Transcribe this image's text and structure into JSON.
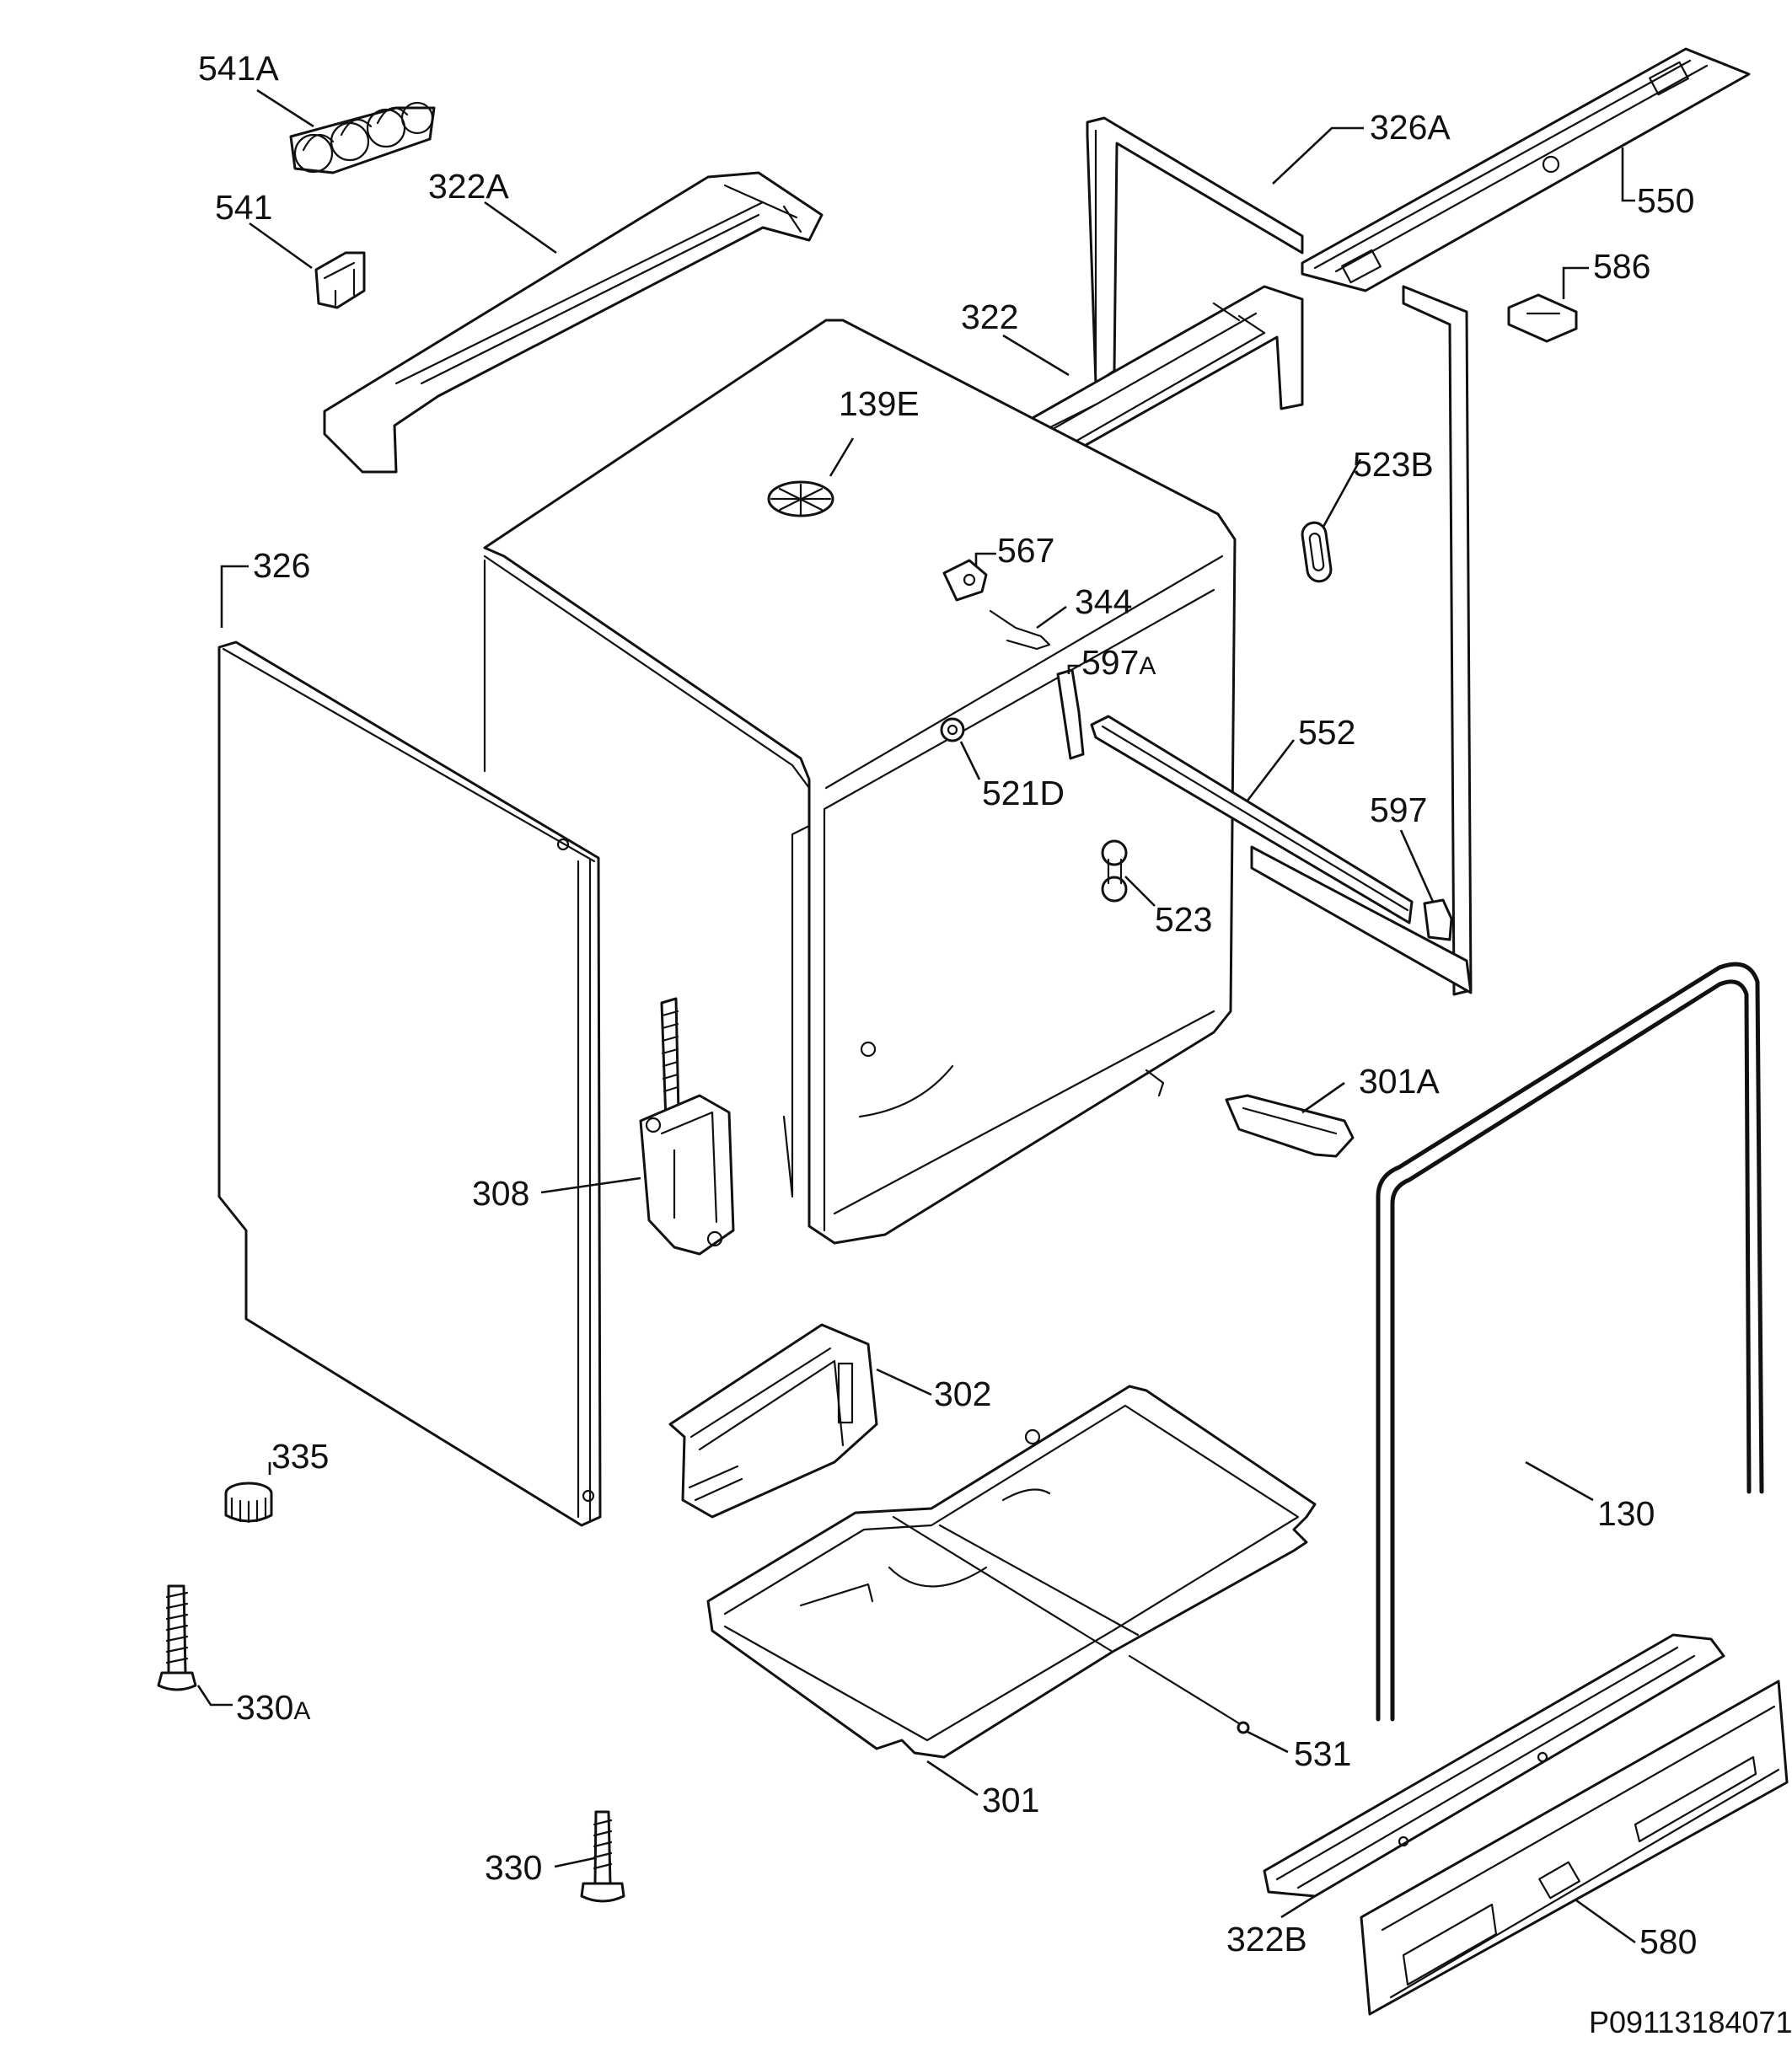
{
  "diagram": {
    "labels": {
      "l541A": "541A",
      "l541": "541",
      "l322A": "322A",
      "l326A": "326A",
      "l550": "550",
      "l586": "586",
      "l322": "322",
      "l139E": "139E",
      "l523B": "523B",
      "l326": "326",
      "l567": "567",
      "l344": "344",
      "l597A_main": "597",
      "l597A_suffix": "A",
      "l552": "552",
      "l521D": "521D",
      "l597": "597",
      "l523": "523",
      "l301A": "301A",
      "l308": "308",
      "l302": "302",
      "l335": "335",
      "l130": "130",
      "l330A_main": "330",
      "l330A_suffix": "A",
      "l531": "531",
      "l301": "301",
      "l330": "330",
      "l322B": "322B",
      "l580": "580"
    },
    "drawing_code": "P09113184071"
  }
}
